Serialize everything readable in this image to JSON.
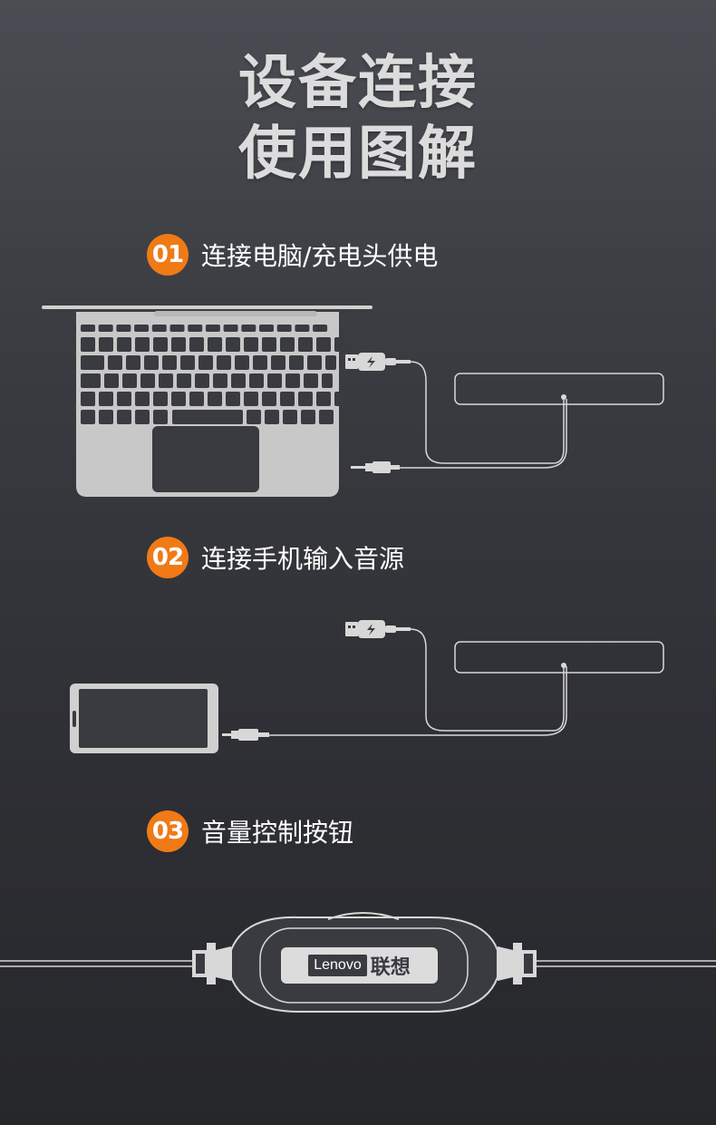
{
  "title": {
    "line1": "设备连接",
    "line2": "使用图解"
  },
  "steps": [
    {
      "number": "01",
      "label": "连接电脑/充电头供电"
    },
    {
      "number": "02",
      "label": "连接手机输入音源"
    },
    {
      "number": "03",
      "label": "音量控制按钮"
    }
  ],
  "brand": {
    "en": "Lenovo",
    "cn": "联想"
  },
  "colors": {
    "accent": "#f07a16",
    "line": "#d8d8d8"
  }
}
